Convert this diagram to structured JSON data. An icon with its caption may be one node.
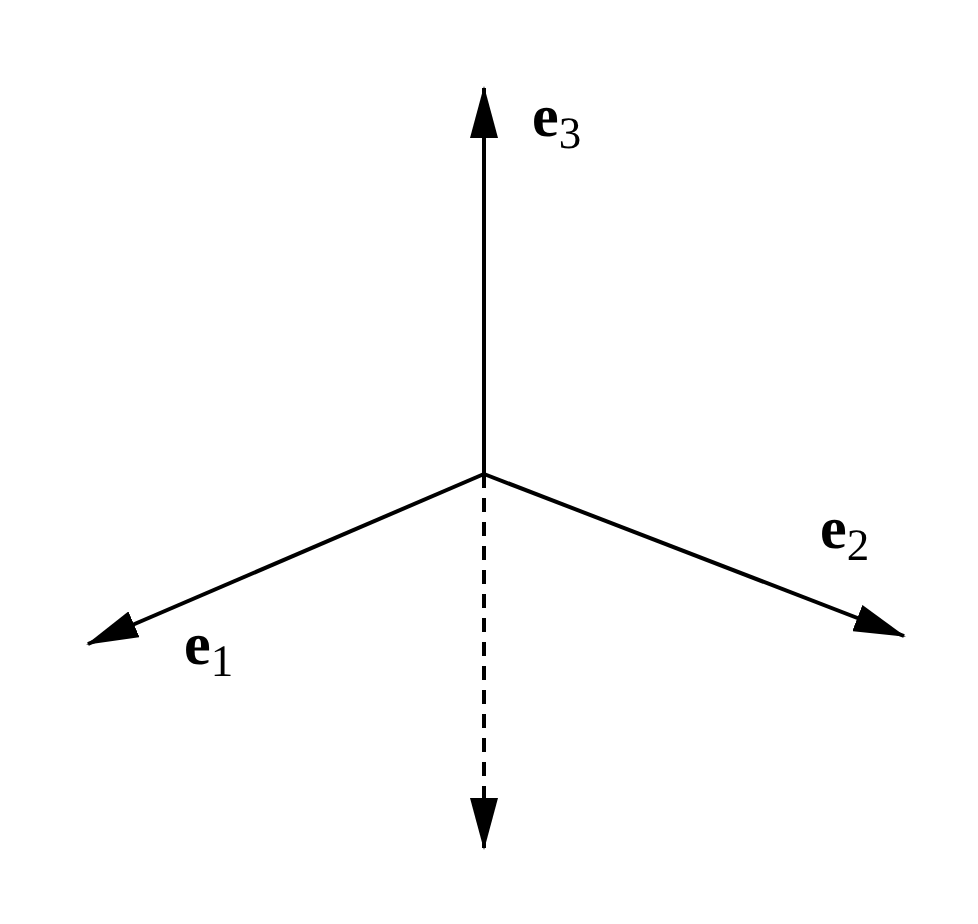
{
  "diagram": {
    "labels": [
      "**e**$_{3}$",
      "**e**$_{2}$",
      "**e**$_{1}$"
    ]
  }
}
